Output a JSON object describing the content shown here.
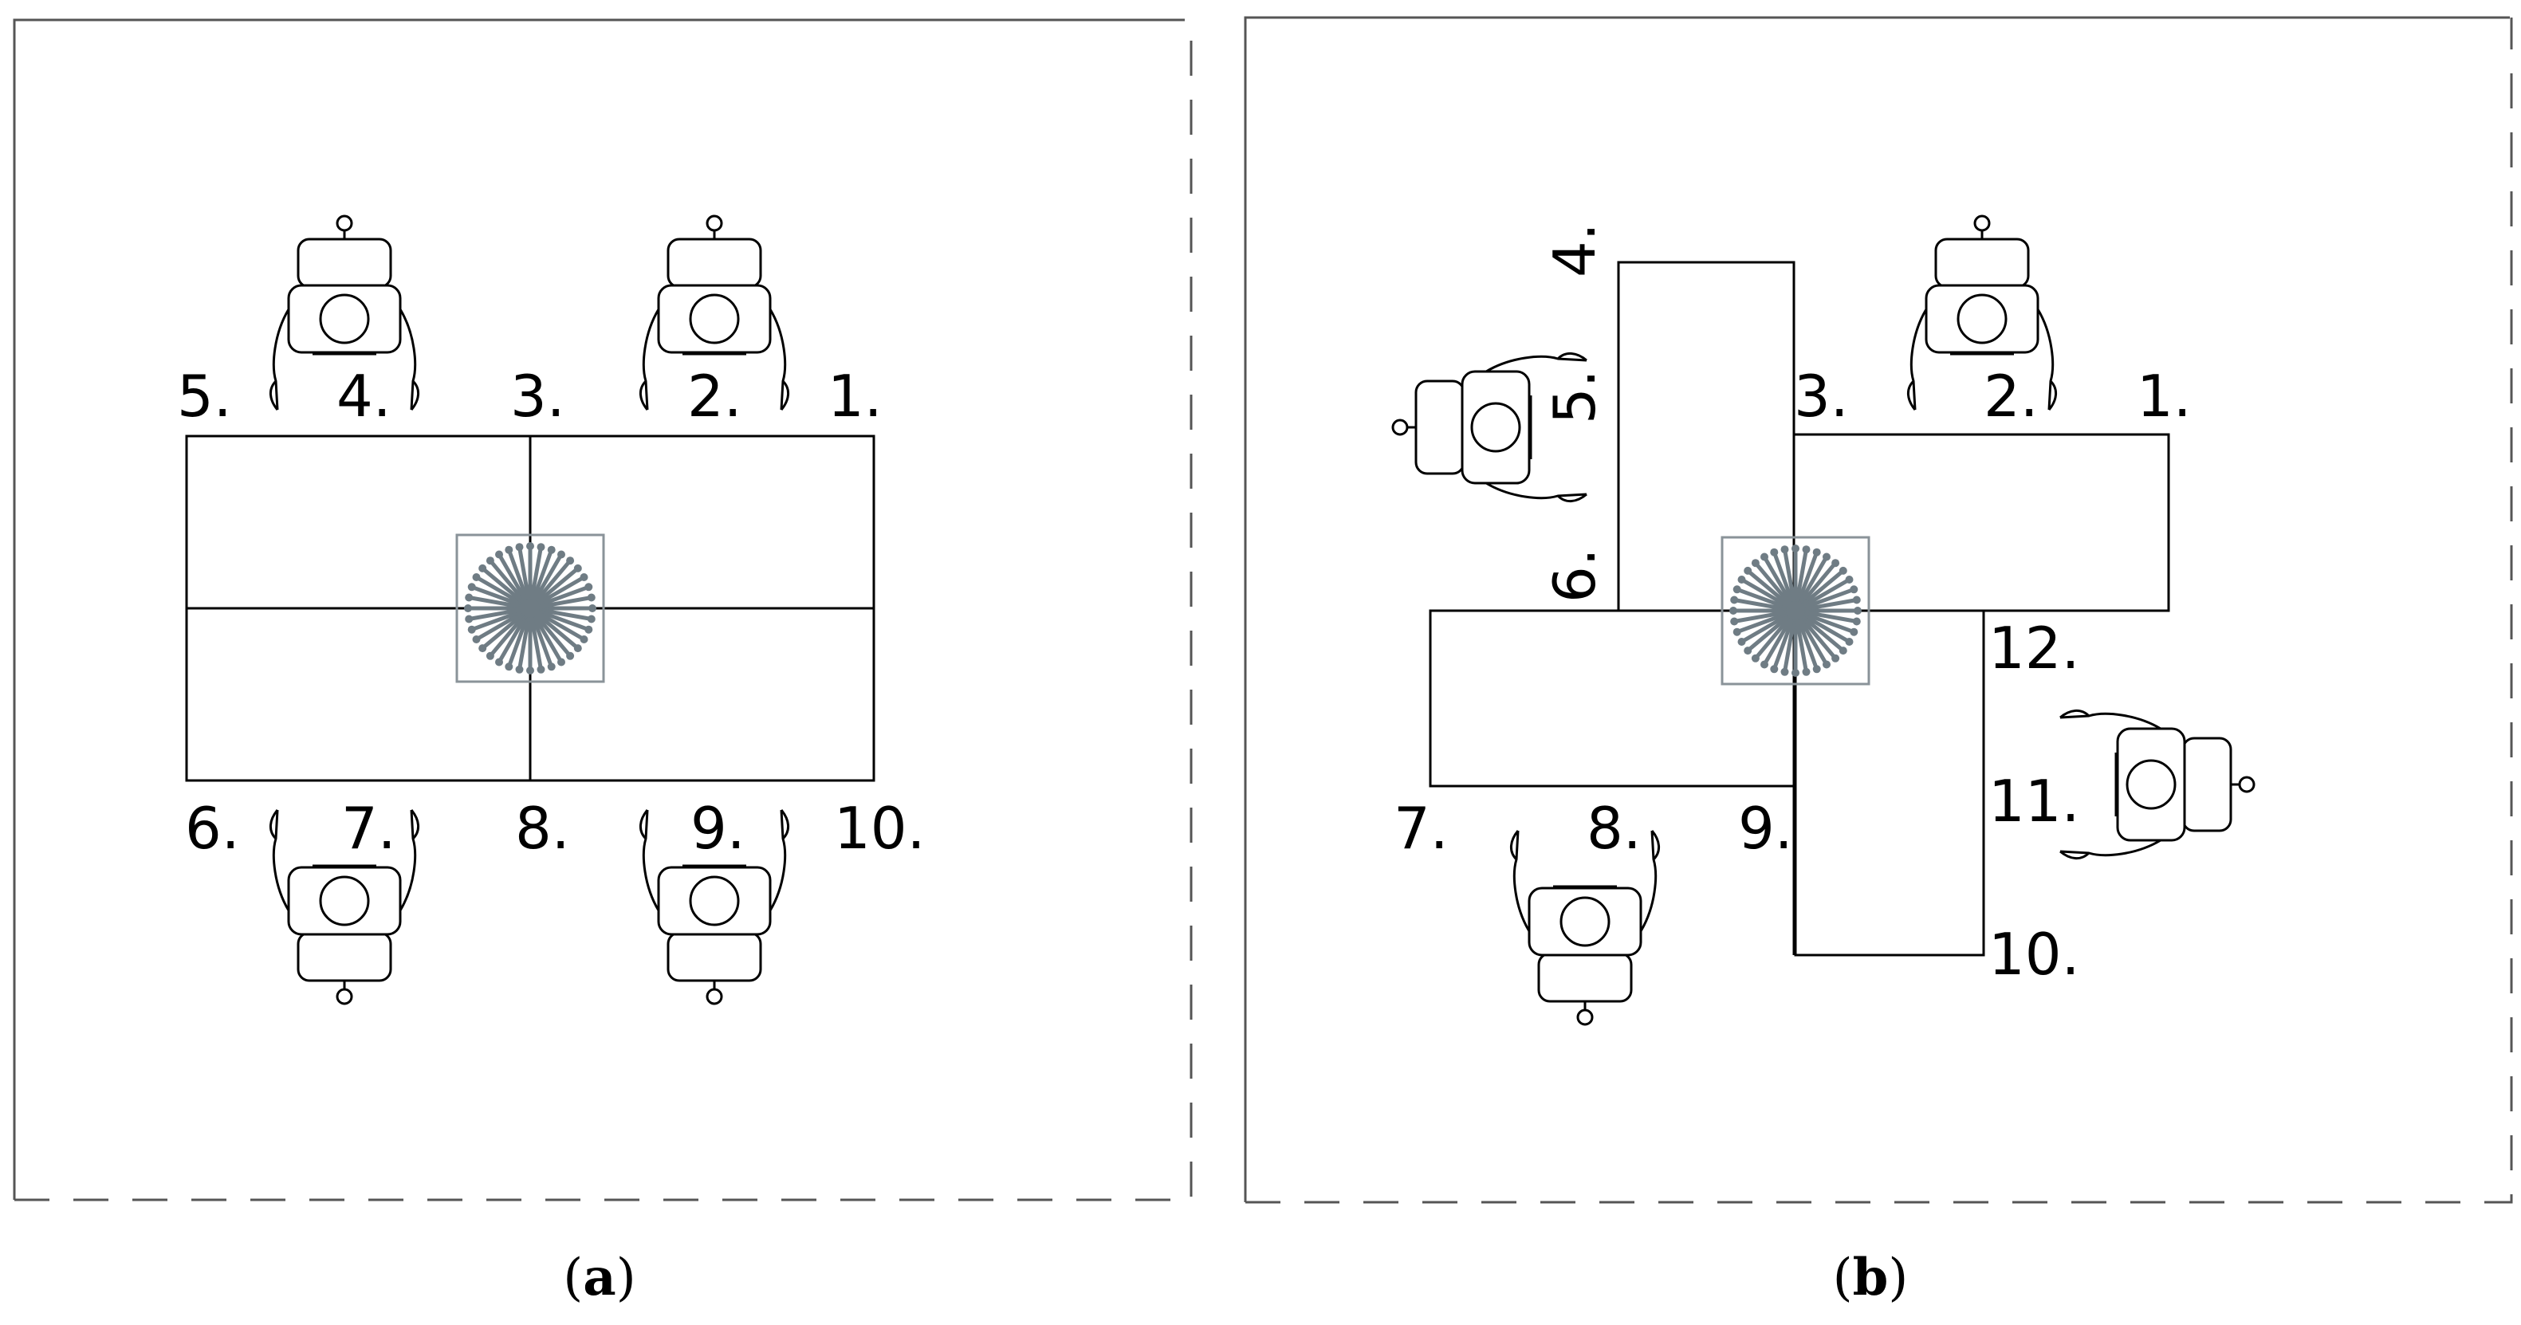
{
  "panels": [
    {
      "id": "a",
      "caption_open": "(",
      "caption_letter": "a",
      "caption_close": ")",
      "seat_labels": [
        "1.",
        "2.",
        "3.",
        "4.",
        "5.",
        "6.",
        "7.",
        "8.",
        "9.",
        "10."
      ]
    },
    {
      "id": "b",
      "caption_open": "(",
      "caption_letter": "b",
      "caption_close": ")",
      "seat_labels": [
        "1.",
        "2.",
        "3.",
        "4.",
        "5.",
        "6.",
        "7.",
        "8.",
        "9.",
        "10.",
        "11.",
        "12."
      ]
    }
  ],
  "icons": {
    "chair": "chair-with-person-icon",
    "centerpiece": "flower-centerpiece-icon"
  },
  "colors": {
    "frame": "#555555",
    "centerpiece": "#6f7c84"
  }
}
